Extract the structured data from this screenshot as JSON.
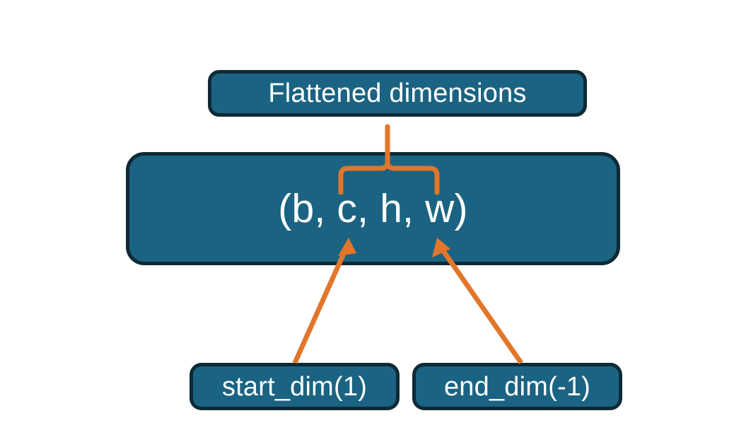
{
  "diagram": {
    "title_box": {
      "label": "Flattened dimensions"
    },
    "shape_box": {
      "label": "(b, c, h, w)"
    },
    "param_boxes": [
      {
        "label": "start_dim(1)"
      },
      {
        "label": "end_dim(-1)"
      }
    ],
    "colors": {
      "box_fill": "#1b6382",
      "box_border": "#0d2a35",
      "box_text": "#ffffff",
      "accent": "#e2762a",
      "background": "#ffffff"
    },
    "annotations": {
      "brace_name": "flattened-range-brace",
      "arrow_left_name": "start-dim-arrow",
      "arrow_right_name": "end-dim-arrow"
    }
  }
}
